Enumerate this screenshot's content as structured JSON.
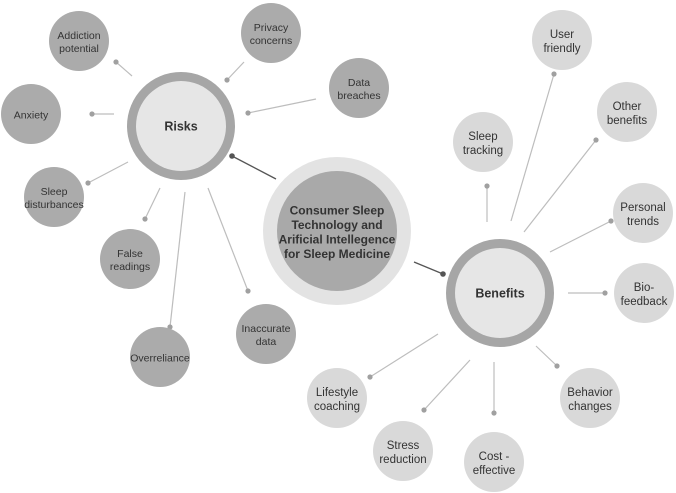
{
  "center": {
    "lines": [
      "Consumer Sleep",
      "Technology and",
      "Arificial Intellegence",
      "for Sleep Medicine"
    ]
  },
  "risks": {
    "label": "Risks",
    "items": [
      {
        "id": "addiction-potential",
        "lines": [
          "Addiction",
          "potential"
        ]
      },
      {
        "id": "privacy-concerns",
        "lines": [
          "Privacy",
          "concerns"
        ]
      },
      {
        "id": "data-breaches",
        "lines": [
          "Data",
          "breaches"
        ]
      },
      {
        "id": "anxiety",
        "lines": [
          "Anxiety"
        ]
      },
      {
        "id": "sleep-disturbances",
        "lines": [
          "Sleep",
          "disturbances"
        ]
      },
      {
        "id": "false-readings",
        "lines": [
          "False",
          "readings"
        ]
      },
      {
        "id": "overreliance",
        "lines": [
          "Overreliance"
        ]
      },
      {
        "id": "inaccurate-data",
        "lines": [
          "Inaccurate",
          "data"
        ]
      }
    ]
  },
  "benefits": {
    "label": "Benefits",
    "items": [
      {
        "id": "user-friendly",
        "lines": [
          "User",
          "friendly"
        ]
      },
      {
        "id": "other-benefits",
        "lines": [
          "Other",
          "benefits"
        ]
      },
      {
        "id": "sleep-tracking",
        "lines": [
          "Sleep",
          "tracking"
        ]
      },
      {
        "id": "personal-trends",
        "lines": [
          "Personal",
          "trends"
        ]
      },
      {
        "id": "bio-feedback",
        "lines": [
          "Bio-",
          "feedback"
        ]
      },
      {
        "id": "behavior-changes",
        "lines": [
          "Behavior",
          "changes"
        ]
      },
      {
        "id": "lifestyle-coaching",
        "lines": [
          "Lifestyle",
          "coaching"
        ]
      },
      {
        "id": "stress-reduction",
        "lines": [
          "Stress",
          "reduction"
        ]
      },
      {
        "id": "cost-effective",
        "lines": [
          "Cost -",
          "effective"
        ]
      }
    ]
  },
  "colors": {
    "risk_node": "#ababab",
    "benefit_node": "#d9d9d9",
    "hub_ring": "#a6a6a6",
    "hub_fill": "#e6e6e6",
    "center_outer": "#e3e3e3",
    "center_inner": "#a9a9a9",
    "connector": "#bdbdbd",
    "connector_dot": "#a0a0a0",
    "link_dark": "#555555",
    "text": "#333333"
  }
}
